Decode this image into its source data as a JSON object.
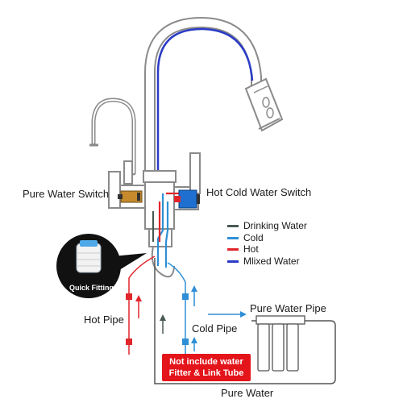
{
  "labels": {
    "pure_water_switch": "Pure Water Switch",
    "hot_cold_water_switch": "Hot Cold Water Switch",
    "hot_pipe": "Hot Pipe",
    "cold_pipe": "Cold Pipe",
    "pure_water_pipe": "Pure Water Pipe",
    "pure_water": "Pure Water",
    "quick_fitting": "Quick Fitting"
  },
  "legend": [
    {
      "label": "Drinking Water",
      "color": "#4a5a52"
    },
    {
      "label": "Cold",
      "color": "#2e8fd6"
    },
    {
      "label": "Hot",
      "color": "#e0262b"
    },
    {
      "label": "Mlixed Water",
      "color": "#2b3bc7"
    }
  ],
  "warning": {
    "line1": "Not include water",
    "line2": "Fitter & Link Tube"
  },
  "colors": {
    "faucet": "#8a8a8a",
    "drinking": "#4a5a52",
    "cold": "#2e8fd6",
    "hot": "#e0262b",
    "mixed": "#2b3bc7",
    "warning_bg": "#e4141b"
  }
}
